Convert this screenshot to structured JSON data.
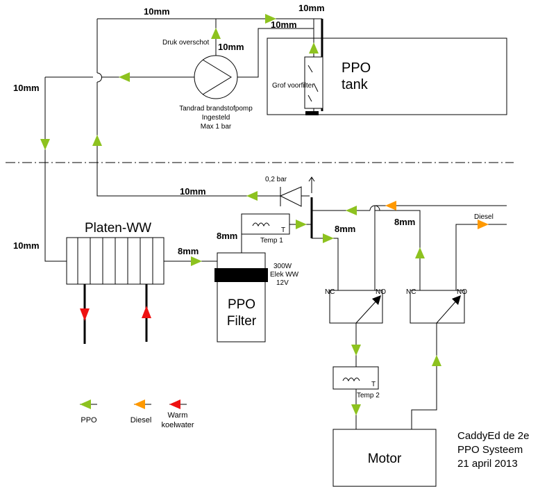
{
  "colors": {
    "ppo": "#8dc21f",
    "diesel": "#ff9900",
    "warm": "#ee1111",
    "line": "#000000"
  },
  "labels": {
    "top_10mm": "10mm",
    "topright_10mm": "10mm",
    "tank_in_10mm": "10mm",
    "pump_out_10mm": "10mm",
    "left_10mm": "10mm",
    "return_10mm": "10mm",
    "left_low_10mm": "10mm",
    "ww_out_8mm": "8mm",
    "filter_8mm": "8mm",
    "valve_8mm": "8mm",
    "right_8mm": "8mm",
    "druk": "Druk overschot",
    "pump_line1": "Tandrad brandstofpomp",
    "pump_line2": "Ingesteld",
    "pump_line3": "Max 1 bar",
    "grof": "Grof voorfilter",
    "tank_line1": "PPO",
    "tank_line2": "tank",
    "check_bar": "0,2 bar",
    "ww": "Platen-WW",
    "temp1": "Temp 1",
    "temp2": "Temp 2",
    "t1": "T",
    "t2": "T",
    "heater1": "300W",
    "heater2": "Elek WW",
    "heater3": "12V",
    "filter1": "PPO",
    "filter2": "Filter",
    "nc1": "NC",
    "no1": "NO",
    "nc2": "NC",
    "no2": "NO",
    "diesel_line": "Diesel",
    "motor": "Motor",
    "legend_ppo": "PPO",
    "legend_diesel": "Diesel",
    "legend_warm1": "Warm",
    "legend_warm2": "koelwater",
    "credit1": "CaddyEd de 2e",
    "credit2": "PPO Systeem",
    "credit3": "21 april 2013"
  }
}
